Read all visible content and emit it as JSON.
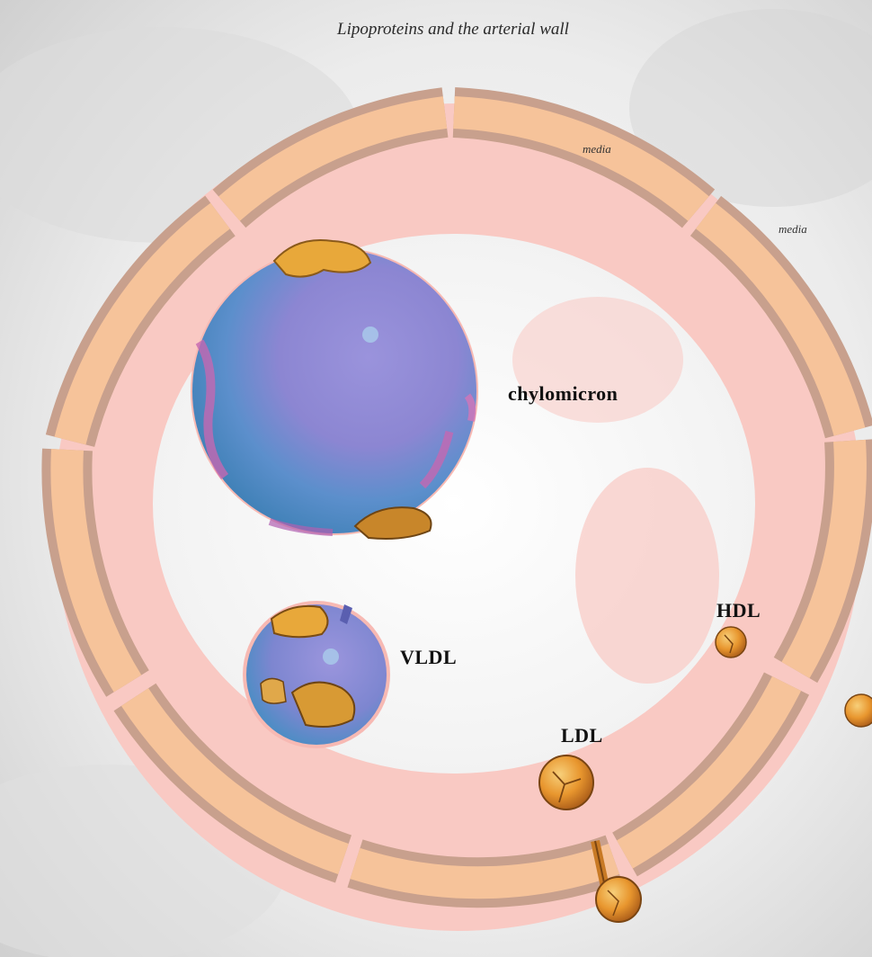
{
  "title": "Lipoproteins and the arterial wall",
  "labels": {
    "media": "media",
    "chylomicron": "chylomicron",
    "vldl": "VLDL",
    "ldl": "LDL",
    "hdl": "HDL"
  },
  "colors": {
    "background": "#f2f2f2",
    "intima": "#f9c9c3",
    "wall_segment_fill": "#f6c39a",
    "wall_segment_border": "#c8a08d",
    "particle_core": "#8c86d2",
    "particle_inner": "#3f8fc1",
    "apoprotein": "#e8a83a",
    "small_particle": "#e8962e"
  },
  "icons": [
    "chylomicron-particle",
    "vldl-particle",
    "ldl-particle",
    "hdl-particle"
  ]
}
